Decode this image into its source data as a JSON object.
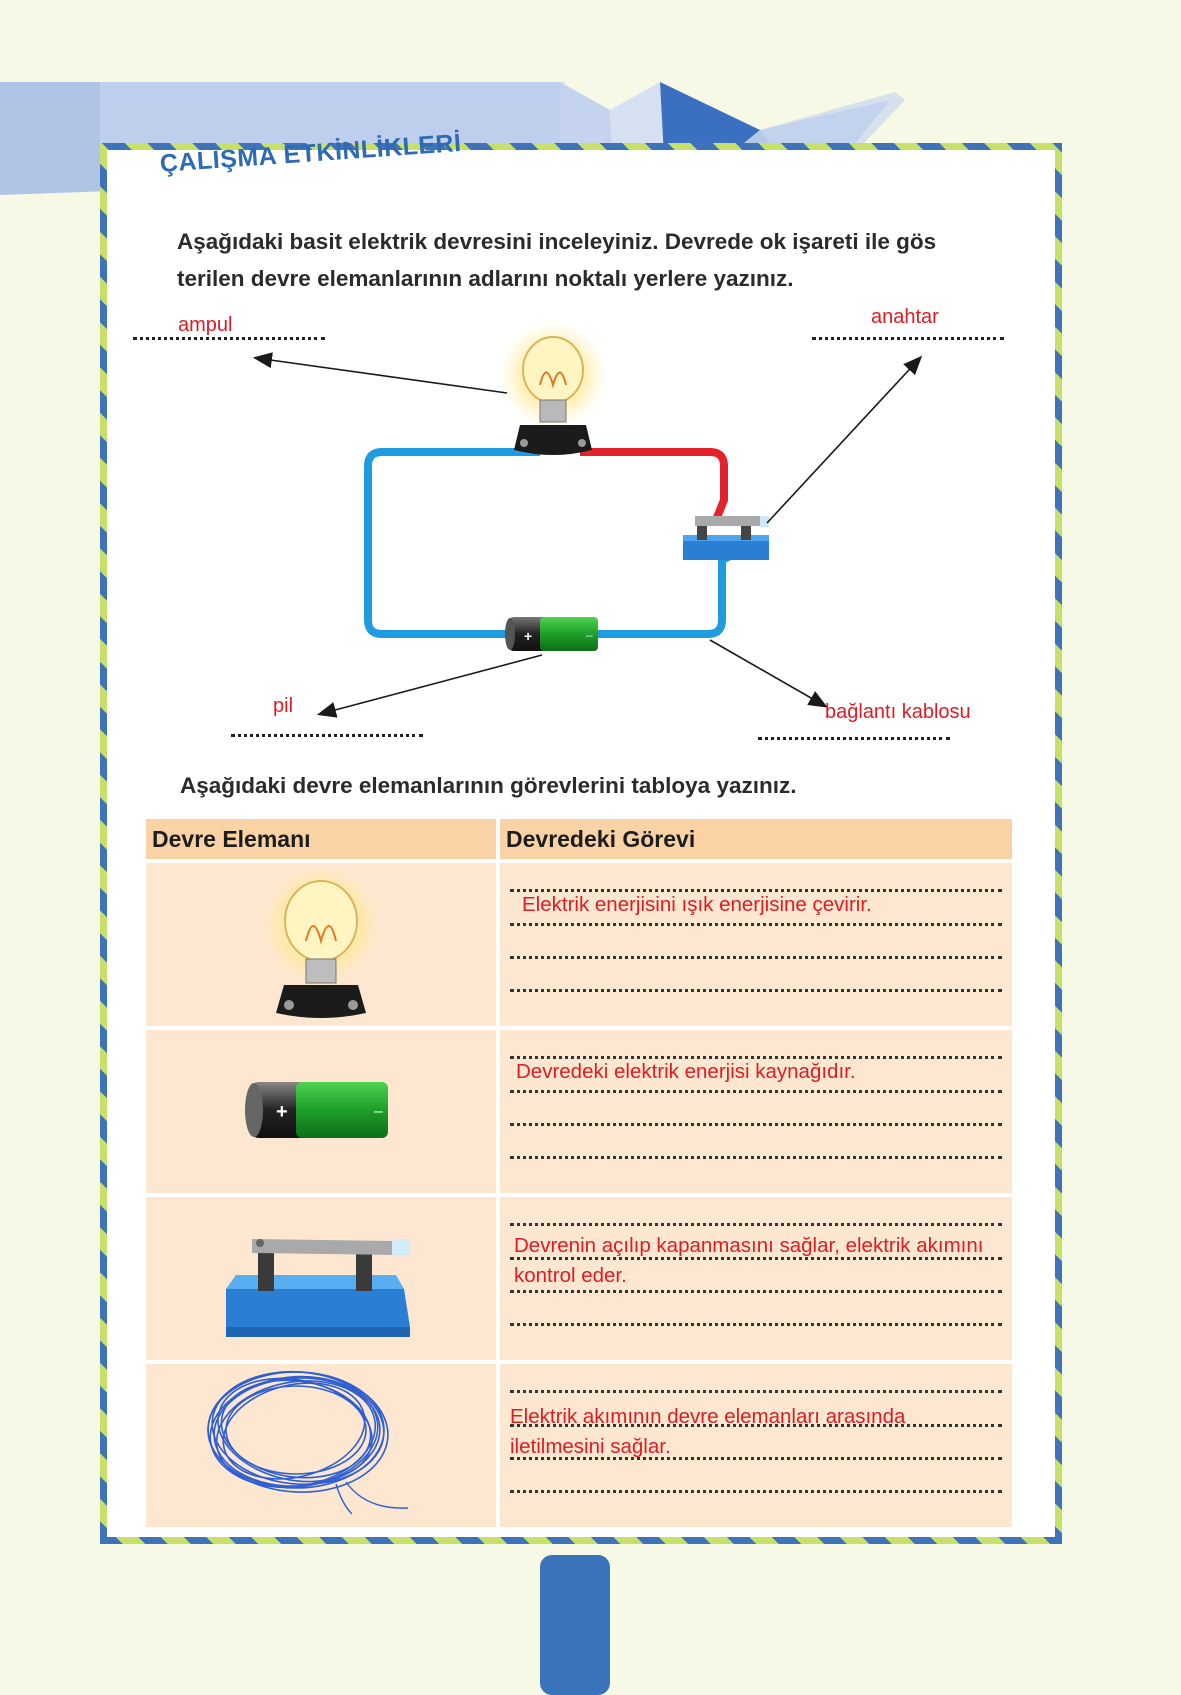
{
  "header": {
    "title": "ÇALIŞMA ETKİNLİKLERİ"
  },
  "instruction1": {
    "line1": "Aşağıdaki basit elektrik devresini inceleyiniz. Devrede ok işareti ile gös",
    "line2": "terilen devre elemanlarının adlarını noktalı yerlere yazınız."
  },
  "circuit": {
    "labels": {
      "bulb": "ampul",
      "switch": "anahtar",
      "battery": "pil",
      "wire": "bağlantı kablosu"
    },
    "battery_plus": "+",
    "battery_minus": "–"
  },
  "instruction2": "Aşağıdaki devre elemanlarının görevlerini tabloya yazınız.",
  "table": {
    "headers": [
      "Devre Elemanı",
      "Devredeki Görevi"
    ],
    "rows": [
      {
        "icon": "bulb-icon",
        "answer": "Elektrik enerjisini ışık enerjisine çevirir."
      },
      {
        "icon": "battery-icon",
        "answer": "Devredeki elektrik enerjisi kaynağıdır."
      },
      {
        "icon": "switch-icon",
        "answer": "Devrenin açılıp kapanmasını sağlar, elektrik akımını kontrol eder."
      },
      {
        "icon": "wire-coil-icon",
        "answer": "Elektrik akımının devre elemanları arasında iletilmesini sağlar."
      }
    ]
  },
  "colors": {
    "accent_blue": "#3e73b9",
    "accent_green": "#c7e06a",
    "answer_red": "#e01b24",
    "table_header": "#f9d3a6",
    "table_cell": "#fde7d1"
  }
}
